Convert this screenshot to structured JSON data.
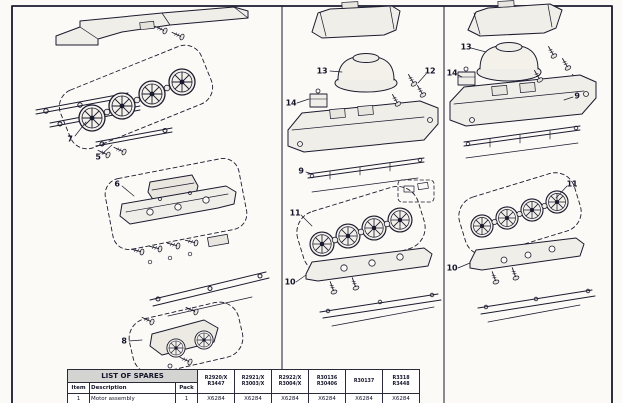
{
  "document": {
    "background": "#fbfaf6",
    "ink": "#1b1b2f",
    "type": "exploded-parts-diagram-sheet"
  },
  "callouts": {
    "left": [
      {
        "n": "7"
      },
      {
        "n": "5"
      },
      {
        "n": "6"
      },
      {
        "n": "8"
      }
    ],
    "middle": [
      {
        "n": "13"
      },
      {
        "n": "12"
      },
      {
        "n": "14"
      },
      {
        "n": "9"
      },
      {
        "n": "11"
      },
      {
        "n": "10"
      }
    ],
    "right": [
      {
        "n": "13"
      },
      {
        "n": "14"
      },
      {
        "n": "9"
      },
      {
        "n": "11"
      },
      {
        "n": "10"
      }
    ]
  },
  "spares_table": {
    "title": "LIST OF SPARES",
    "columns": [
      "Item",
      "Description",
      "Pack"
    ],
    "part_columns": [
      {
        "l1": "R2920/X",
        "l2": "R3447"
      },
      {
        "l1": "R2921/X",
        "l2": "R3003/X"
      },
      {
        "l1": "R2922/X",
        "l2": "R3004/X"
      },
      {
        "l1": "R30136",
        "l2": "R30406"
      },
      {
        "l1": "R30137",
        "l2": ""
      },
      {
        "l1": "R3318",
        "l2": "R3448"
      }
    ],
    "rows": [
      {
        "item": "1",
        "description": "Motor assembly",
        "pack": "1",
        "values": [
          "X6284",
          "X6284",
          "X6284",
          "X6284",
          "X6284",
          "X6284"
        ]
      }
    ]
  }
}
